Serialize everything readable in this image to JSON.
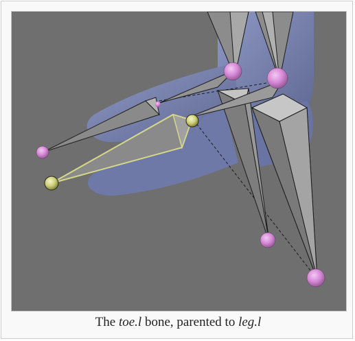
{
  "caption": {
    "prefix": "The ",
    "bone_name": "toe.l",
    "middle": " bone, parented to ",
    "parent_name": "leg.l"
  },
  "colors": {
    "viewport_bg": "#6f6f6f",
    "mesh": "#7a85b0",
    "bone_face": "#8c8c8c",
    "bone_face_light": "#b8b8b8",
    "bone_edge": "#1b1b1b",
    "selected_edge": "#d7d98a",
    "joint": "#d68ad6",
    "joint_selected": "#cfd07a",
    "relationship_line": "#1a1a1a"
  }
}
